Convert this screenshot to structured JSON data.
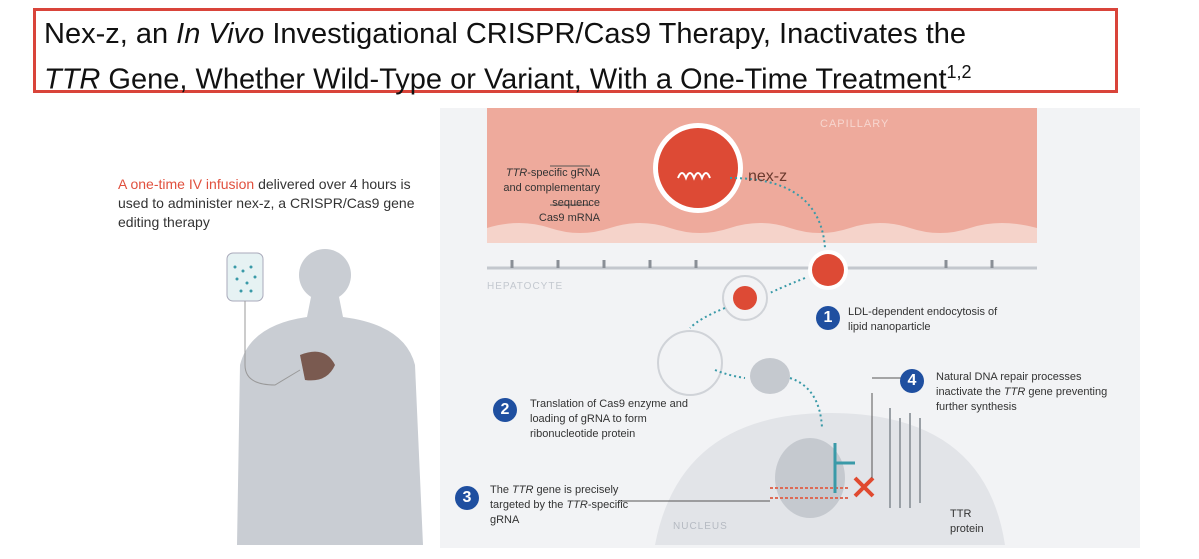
{
  "title": {
    "part1": "Nex-z, an ",
    "italic1": "In Vivo",
    "part2": " Investigational CRISPR/Cas9 Therapy, Inactivates the",
    "italic2": "TTR",
    "part3": " Gene, Whether Wild-Type or Variant, With a One-Time Treatment",
    "sup": "1,2"
  },
  "intro": {
    "highlight": "A one-time IV infusion",
    "rest": " delivered over 4 hours is used to administer nex-z, a CRISPR/Cas9 gene editing therapy"
  },
  "diagram": {
    "capillary": "CAPILLARY",
    "hepatocyte": "HEPATOCYTE",
    "nucleus": "NUCLEUS",
    "nexz": "nex-z",
    "callouts": {
      "grna_italic": "TTR",
      "grna": "-specific gRNA",
      "complementary": "and complementary",
      "sequence": "sequence",
      "cas9": "Cas9 mRNA"
    },
    "steps": [
      {
        "num": "1",
        "text": "LDL-dependent endocytosis of lipid nanoparticle"
      },
      {
        "num": "2",
        "text": "Translation of Cas9 enzyme and loading of gRNA to form ribonucleotide protein"
      },
      {
        "num": "3",
        "pre": "The ",
        "italic": "TTR",
        "mid": " gene is precisely targeted by the ",
        "italic2": "TTR",
        "post": "-specific gRNA"
      },
      {
        "num": "4",
        "pre": "Natural DNA repair processes inactivate the ",
        "italic": "TTR",
        "post": " gene preventing further synthesis"
      }
    ],
    "ttr_protein": "TTR protein"
  },
  "colors": {
    "accent": "#d9443a",
    "step": "#1f4fa0",
    "capillary": "#eeaa9c",
    "teal": "#3a9aa8"
  }
}
